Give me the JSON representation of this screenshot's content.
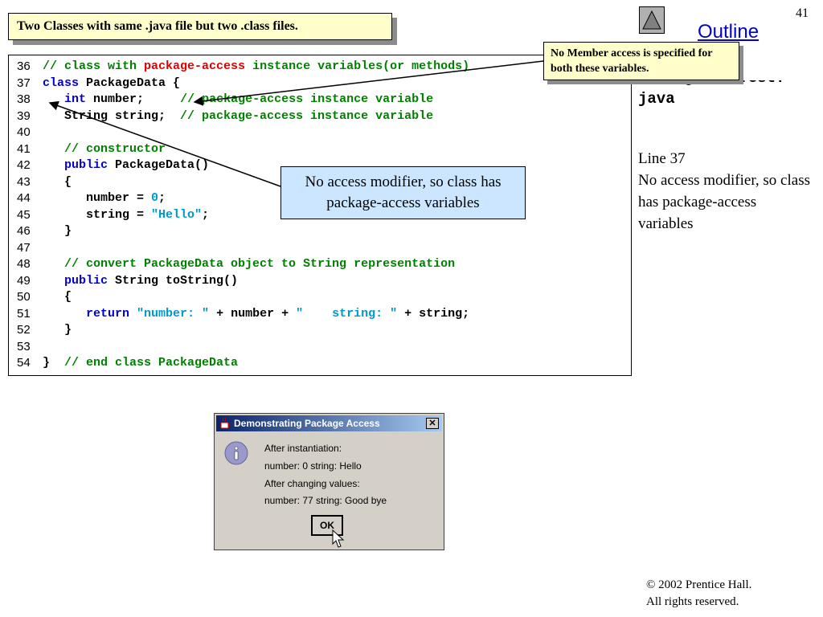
{
  "slide_number": "41",
  "title": "Two Classes with same .java file but two .class files.",
  "outline_link": "Outline",
  "callout_member_access": "No Member access is specified for both these variables.",
  "callout_class_access": "No access modifier, so class has package-access variables",
  "side_panel": {
    "file_name_clipped": "PackageDataTest.",
    "file_name_line2": "java",
    "line_ref": "Line 37",
    "note": "No access modifier, so class has package-access variables"
  },
  "code_lines": [
    {
      "n": "36",
      "parts": [
        [
          "cm",
          "// class with "
        ],
        [
          "red",
          "package-access"
        ],
        [
          "cm",
          " instance variables(or methods)"
        ]
      ]
    },
    {
      "n": "37",
      "parts": [
        [
          "kw",
          "class"
        ],
        [
          "nm",
          " PackageData {"
        ]
      ]
    },
    {
      "n": "38",
      "parts": [
        [
          "nm",
          "   "
        ],
        [
          "kw",
          "int"
        ],
        [
          "nm",
          " number;     "
        ],
        [
          "cm",
          "// package-access instance variable"
        ]
      ]
    },
    {
      "n": "39",
      "parts": [
        [
          "nm",
          "   String string;  "
        ],
        [
          "cm",
          "// package-access instance variable"
        ]
      ]
    },
    {
      "n": "40",
      "parts": []
    },
    {
      "n": "41",
      "parts": [
        [
          "cm",
          "   // constructor"
        ]
      ]
    },
    {
      "n": "42",
      "parts": [
        [
          "nm",
          "   "
        ],
        [
          "kw",
          "public"
        ],
        [
          "nm",
          " PackageData()"
        ]
      ]
    },
    {
      "n": "43",
      "parts": [
        [
          "nm",
          "   {"
        ]
      ]
    },
    {
      "n": "44",
      "parts": [
        [
          "nm",
          "      number = "
        ],
        [
          "str",
          "0"
        ],
        [
          "nm",
          ";"
        ]
      ]
    },
    {
      "n": "45",
      "parts": [
        [
          "nm",
          "      string = "
        ],
        [
          "str",
          "\"Hello\""
        ],
        [
          "nm",
          ";"
        ]
      ]
    },
    {
      "n": "46",
      "parts": [
        [
          "nm",
          "   }"
        ]
      ]
    },
    {
      "n": "47",
      "parts": []
    },
    {
      "n": "48",
      "parts": [
        [
          "cm",
          "   // convert PackageData object to String representation"
        ]
      ]
    },
    {
      "n": "49",
      "parts": [
        [
          "nm",
          "   "
        ],
        [
          "kw",
          "public"
        ],
        [
          "nm",
          " String toString()"
        ]
      ]
    },
    {
      "n": "50",
      "parts": [
        [
          "nm",
          "   {"
        ]
      ]
    },
    {
      "n": "51",
      "parts": [
        [
          "nm",
          "      "
        ],
        [
          "kw",
          "return"
        ],
        [
          "nm",
          " "
        ],
        [
          "str",
          "\"number: \""
        ],
        [
          "nm",
          " + number + "
        ],
        [
          "str",
          "\"    string: \""
        ],
        [
          "nm",
          " + string;"
        ]
      ]
    },
    {
      "n": "52",
      "parts": [
        [
          "nm",
          "   }"
        ]
      ]
    },
    {
      "n": "53",
      "parts": []
    },
    {
      "n": "54",
      "parts": [
        [
          "nm",
          "}  "
        ],
        [
          "cm",
          "// end class PackageData"
        ]
      ]
    }
  ],
  "dialog": {
    "title": "Demonstrating Package Access",
    "close": "✕",
    "lines": [
      "After instantiation:",
      "number: 0    string: Hello",
      "After changing values:",
      "number: 77    string: Good bye"
    ],
    "ok_label": "OK"
  },
  "copyright_line1": "© 2002 Prentice Hall.",
  "copyright_line2": "All rights reserved.",
  "colors": {
    "comment": "#008000",
    "keyword": "#0000cc",
    "highlight": "#e00000",
    "string": "#0099cc",
    "callout_yellow": "#ffffcc",
    "callout_blue": "#cce6ff"
  }
}
